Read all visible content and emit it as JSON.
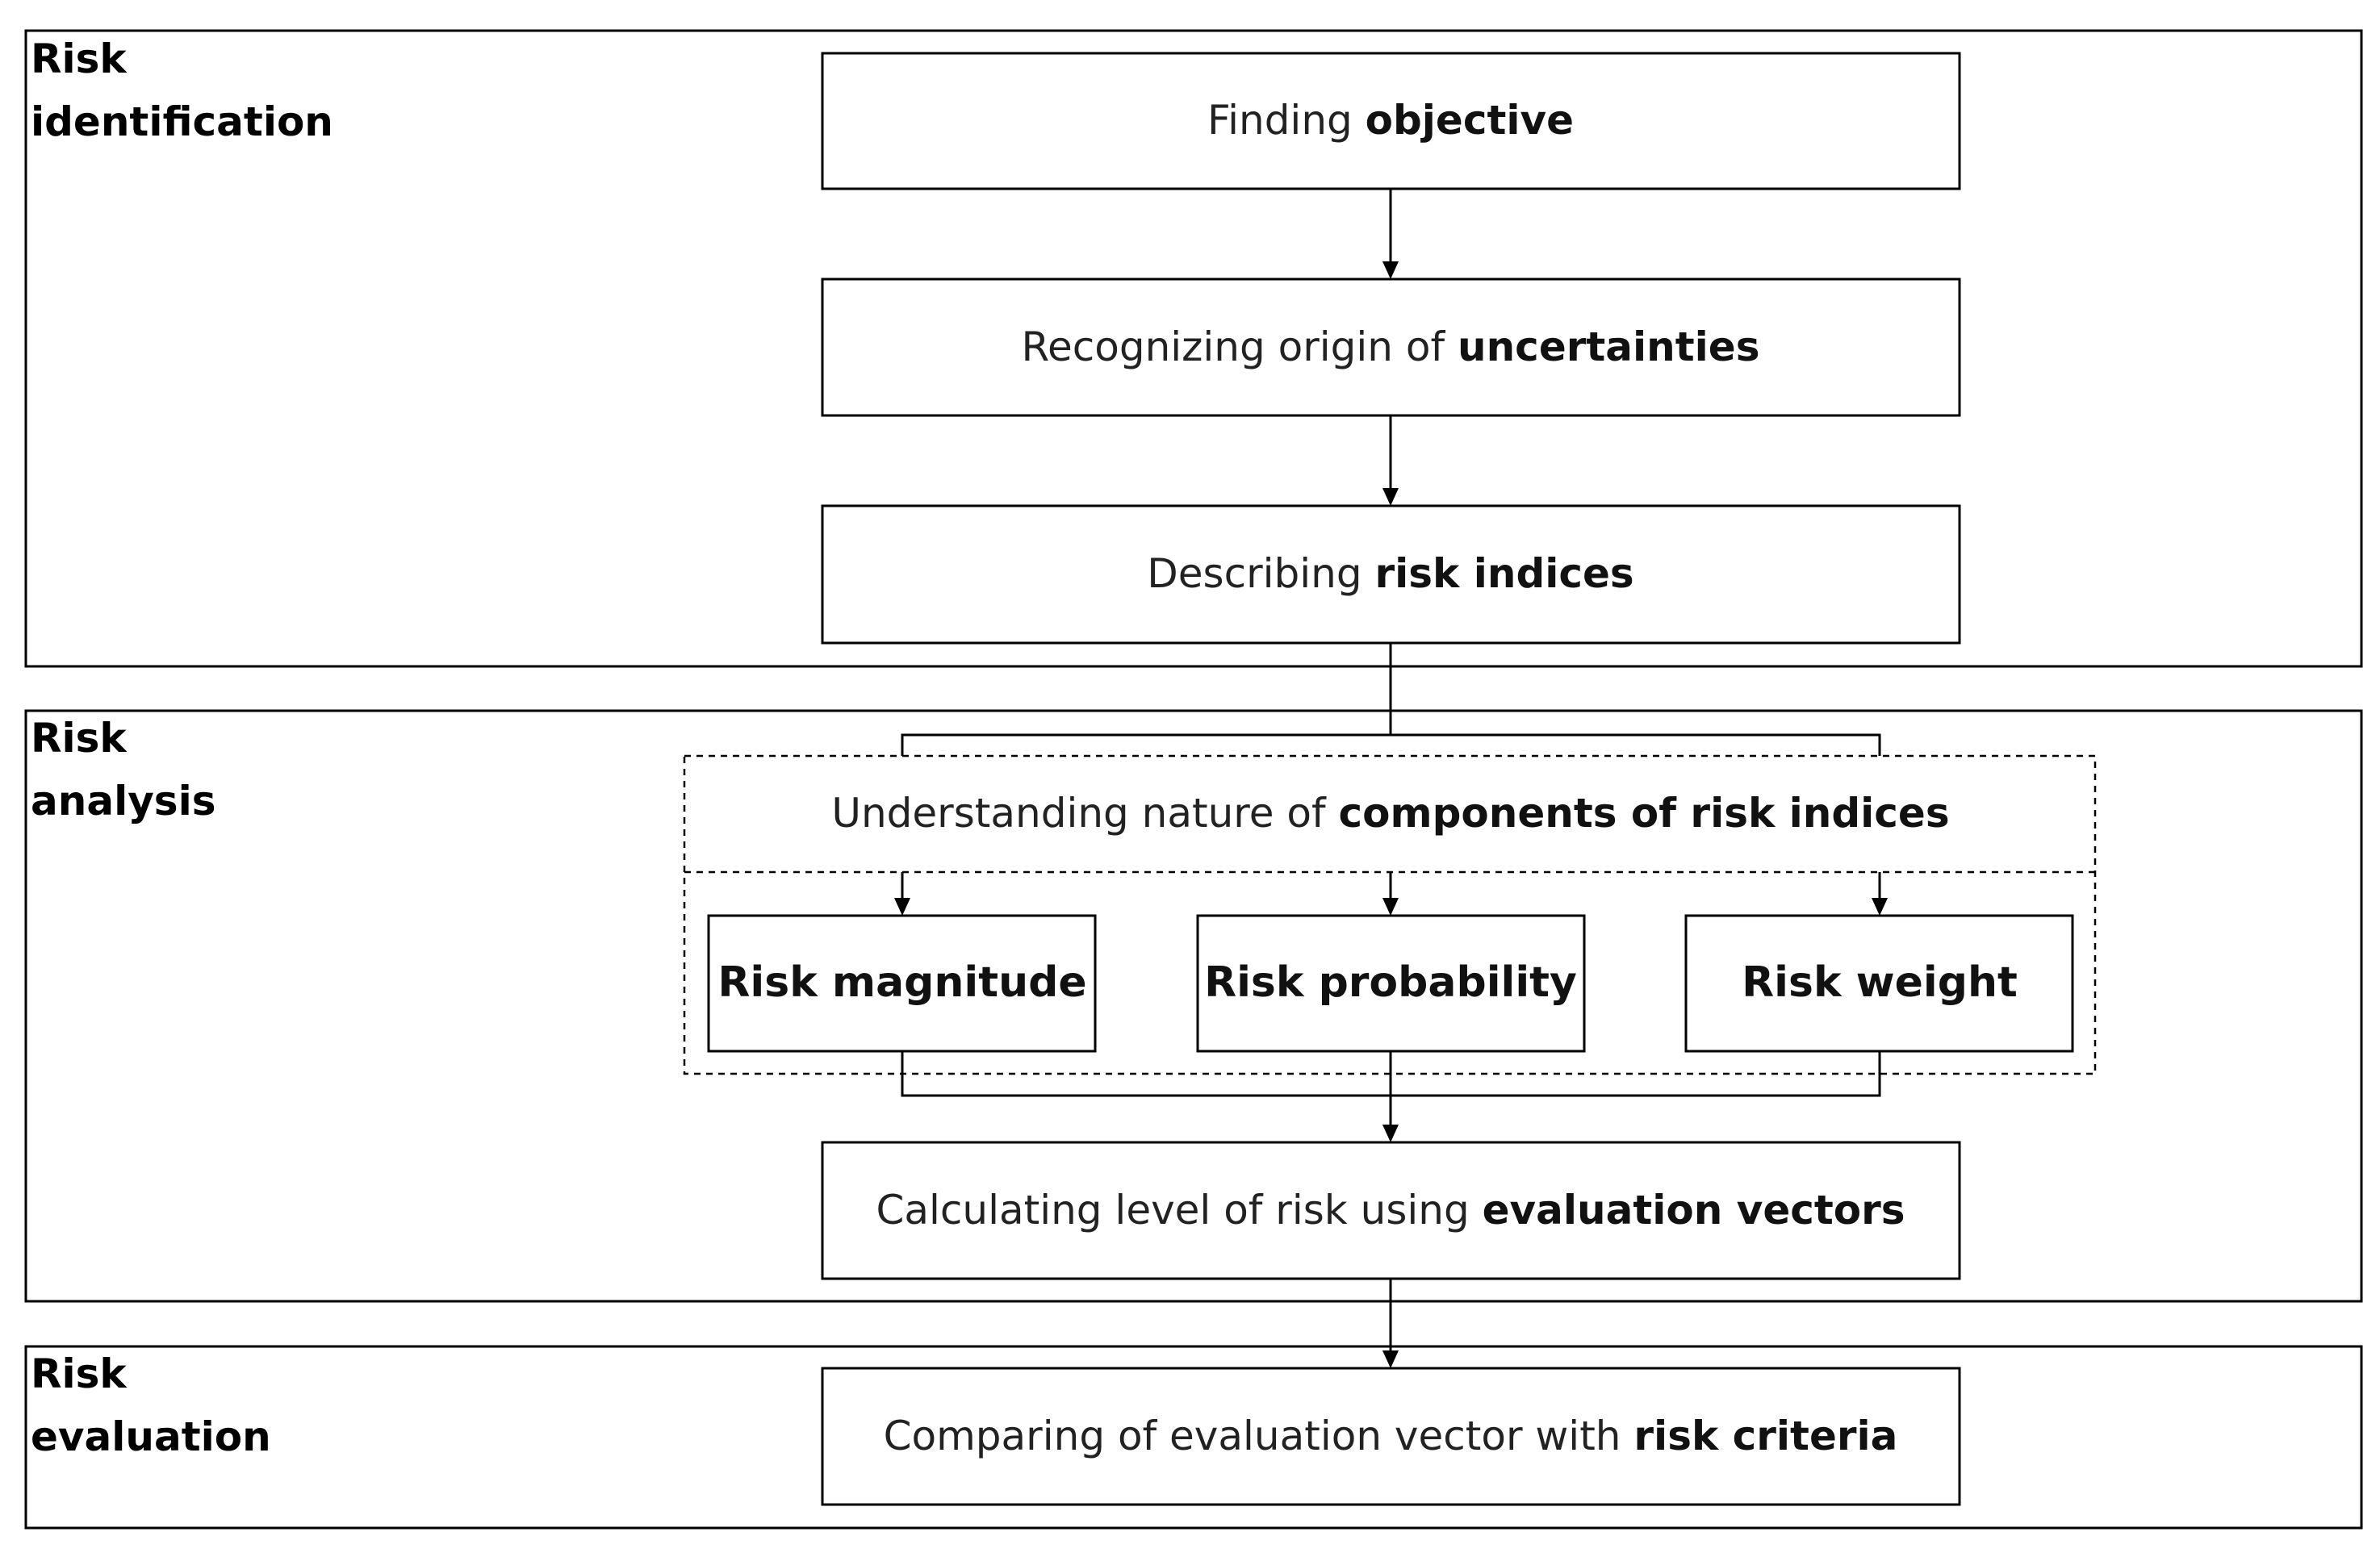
{
  "sections": {
    "identification": {
      "label_line1": "Risk",
      "label_line2": "identification"
    },
    "analysis": {
      "label_line1": "Risk",
      "label_line2": "analysis"
    },
    "evaluation": {
      "label_line1": "Risk",
      "label_line2": "evaluation"
    }
  },
  "steps": {
    "finding_objective": {
      "text": "Finding ",
      "bold": "objective"
    },
    "recognizing_uncertainties": {
      "text": "Recognizing origin of ",
      "bold": "uncertainties"
    },
    "describing_indices": {
      "text": "Describing ",
      "bold": "risk indices"
    },
    "understanding_components": {
      "text": "Understanding nature of ",
      "bold": "components of risk indices"
    },
    "calculating_level": {
      "text": "Calculating level of risk using ",
      "bold": "evaluation vectors"
    },
    "comparing_vector": {
      "text": "Comparing of evaluation vector with ",
      "bold": "risk criteria"
    }
  },
  "components": {
    "magnitude": "Risk magnitude",
    "probability": "Risk probability",
    "weight": "Risk weight"
  }
}
